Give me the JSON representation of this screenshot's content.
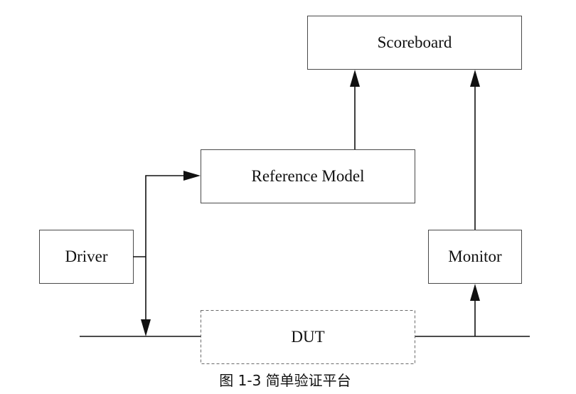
{
  "blocks": {
    "scoreboard": "Scoreboard",
    "reference_model": "Reference Model",
    "driver": "Driver",
    "monitor": "Monitor",
    "dut": "DUT"
  },
  "caption": "图 1-3 简单验证平台"
}
